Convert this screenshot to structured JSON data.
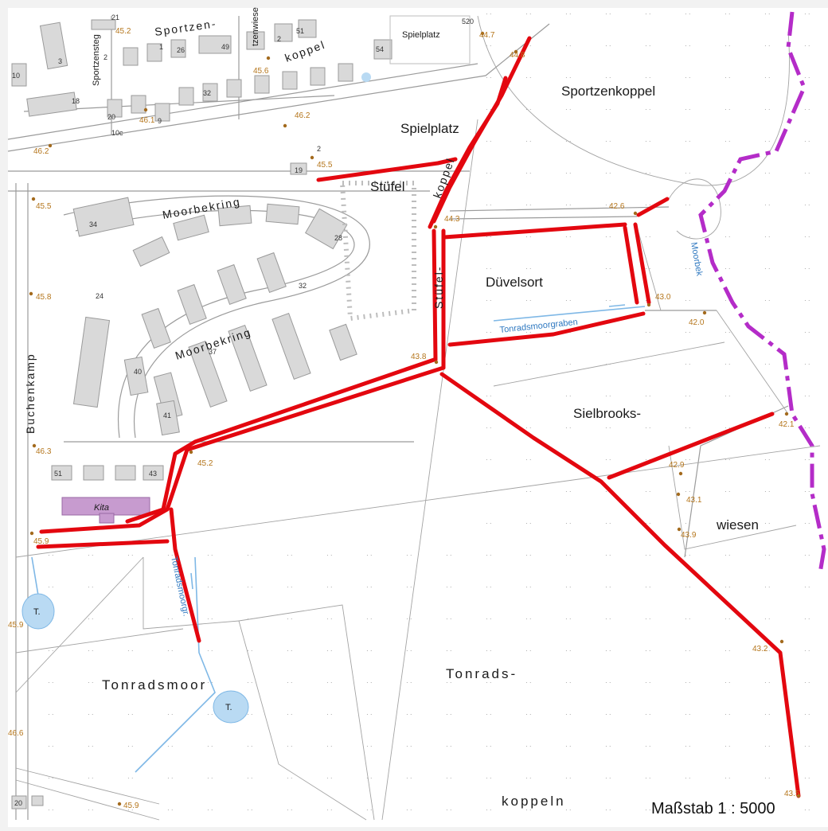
{
  "map": {
    "place_labels": {
      "sportzenkoppel": "Sportzenkoppel",
      "spielplatz_top": "Spielplatz",
      "spielplatz": "Spielplatz",
      "stuefel": "Stüfel",
      "duevelsort": "Düvelsort",
      "sielbrooks": "Sielbrooks-",
      "wiesen": "wiesen",
      "tonradsmoor": "Tonradsmoor",
      "tonrads": "Tonrads-",
      "koppeln": "koppeln",
      "kita": "Kita"
    },
    "street_labels": {
      "moorbekring_1": "Moorbekring",
      "moorbekring_2": "Moorbekring",
      "buchenkamp": "Buchenkamp",
      "sportzen": "Sportzen-",
      "koppel_top": "koppel",
      "stuefel_koppel_a": "Stüfel-",
      "stuefel_koppel_b": "koppel",
      "sportzensteg": "Sportzensteg",
      "tzenwiese": "tzenwiese"
    },
    "water_labels": {
      "tonradsmoorgraben": "Tonradsmoorgraben",
      "tonradsmoorgr": "Tonradsmoorgr.",
      "moorbek": "Moorbek",
      "pond_1": "T.",
      "pond_2": "T."
    },
    "elevations": {
      "e1": "45.2",
      "e2": "44.7",
      "e3": "44.8",
      "e4": "45.6",
      "e5": "46.2",
      "e6": "46.1",
      "e7": "46.2",
      "e8": "45.5",
      "e9": "45.5",
      "e10": "45.8",
      "e11": "44.3",
      "e12": "42.6",
      "e13": "43.0",
      "e14": "42.0",
      "e15": "43.8",
      "e16": "45.2",
      "e17": "46.3",
      "e18": "42.1",
      "e19": "42.9",
      "e20": "43.1",
      "e21": "43.9",
      "e22": "45.9",
      "e23": "45.9",
      "e24": "43.2",
      "e25": "46.6",
      "e26": "45.9",
      "e27": "43.5"
    },
    "house_numbers": {
      "n1": "21",
      "n2": "3",
      "n3": "10",
      "n4": "2",
      "n5": "1",
      "n6": "26",
      "n7": "49",
      "n8": "51",
      "n9": "2",
      "n10": "54",
      "n11": "18",
      "n12": "20",
      "n13": "10c",
      "n14": "9",
      "n15": "32",
      "n16": "2",
      "n17": "19",
      "n18": "34",
      "n19": "28",
      "n20": "32",
      "n21": "24",
      "n22": "37",
      "n23": "40",
      "n24": "41",
      "n25": "51",
      "n26": "43",
      "n27": "20",
      "n28": "520"
    },
    "scale": "Maßstab 1 : 5000",
    "colors": {
      "route": "#e3070f",
      "border": "#b42cc8",
      "water": "#7fb8e6",
      "kita": "#c79bcf",
      "elevation": "#b5761c"
    }
  }
}
